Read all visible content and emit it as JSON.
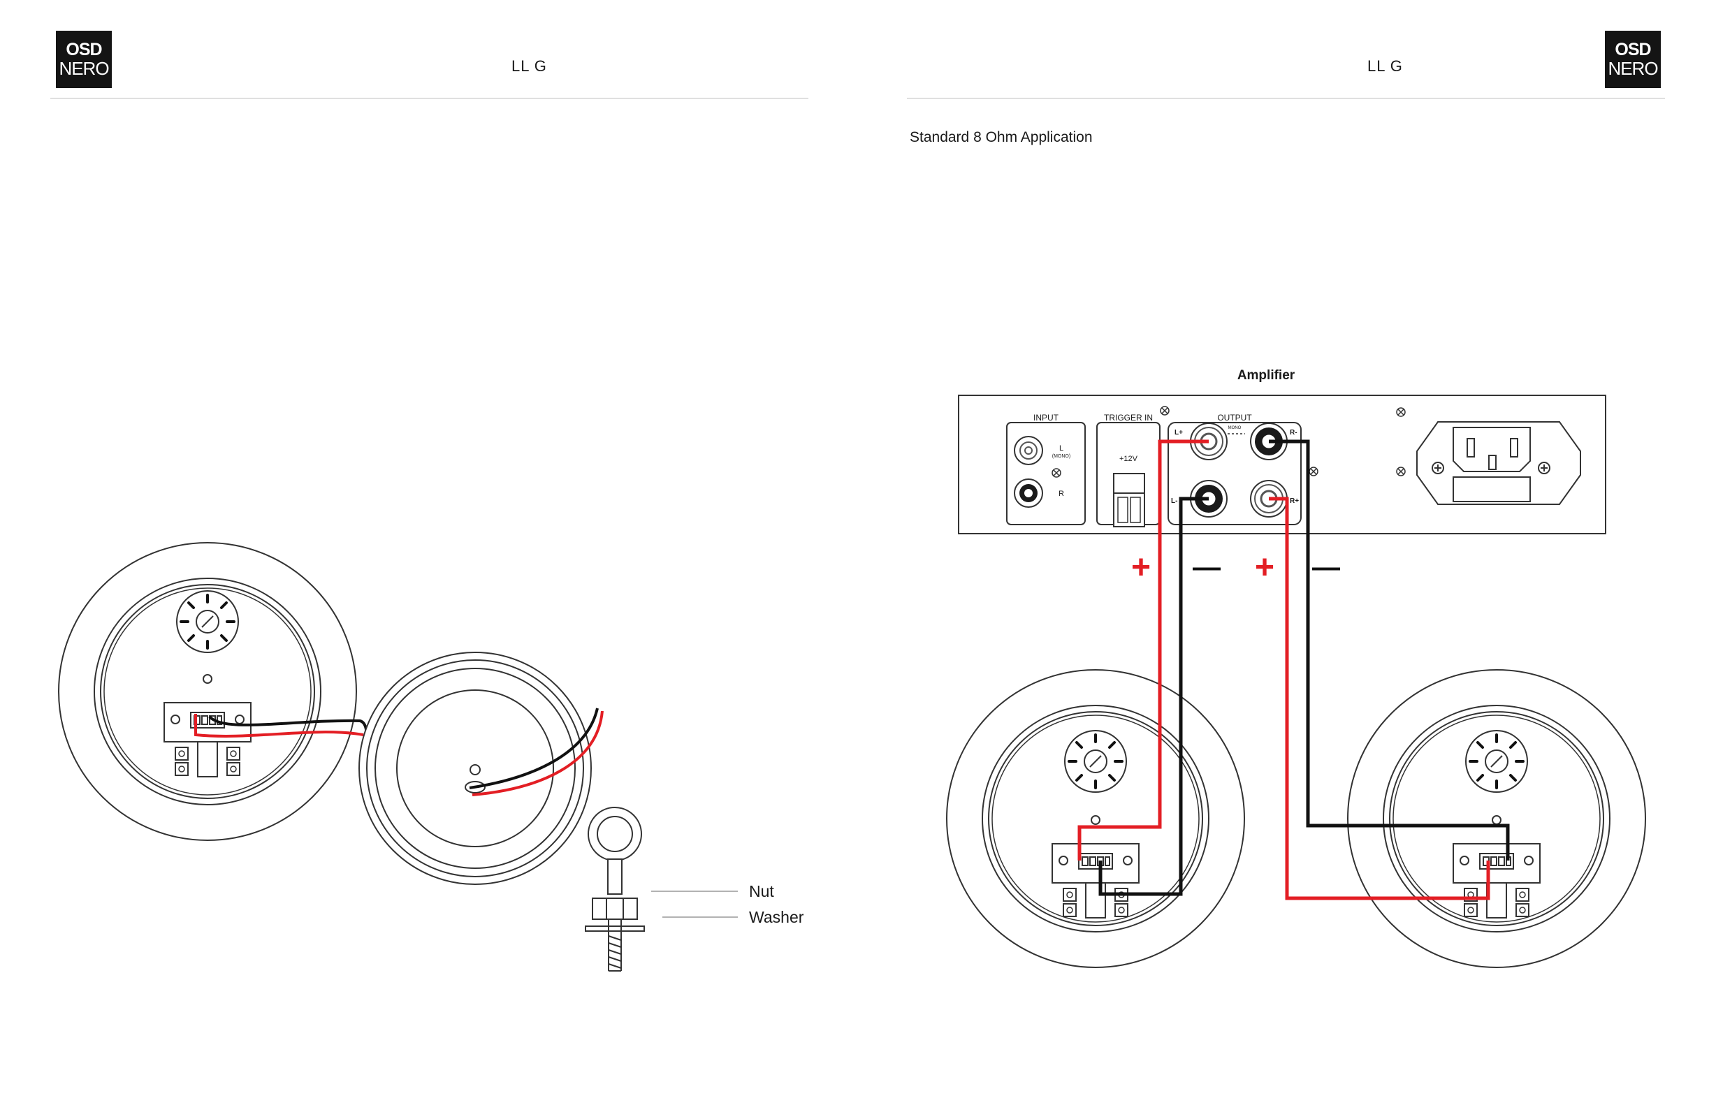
{
  "brand": {
    "logo_line1": "OSD",
    "logo_line2": "NERO"
  },
  "left_page": {
    "title": "LL G",
    "callouts": {
      "nut": "Nut",
      "washer": "Washer"
    }
  },
  "right_page": {
    "title": "LL G",
    "heading": "Standard 8 Ohm Application",
    "amplifier": {
      "label": "Amplifier",
      "input_label": "INPUT",
      "input_l": "L",
      "input_mono": "(MONO)",
      "input_r": "R",
      "trigger_label": "TRIGGER IN",
      "trigger_voltage": "+12V",
      "output_label": "OUTPUT",
      "output_mono": "MONO",
      "terminal_lplus": "L+",
      "terminal_lminus": "L-",
      "terminal_rplus": "R+",
      "terminal_rminus": "R-"
    },
    "polarity": {
      "left_plus": "+",
      "left_minus": "—",
      "right_plus": "+",
      "right_minus": "—"
    }
  },
  "colors": {
    "positive_wire": "#e31e24",
    "negative_wire": "#111111",
    "line": "#333333"
  }
}
